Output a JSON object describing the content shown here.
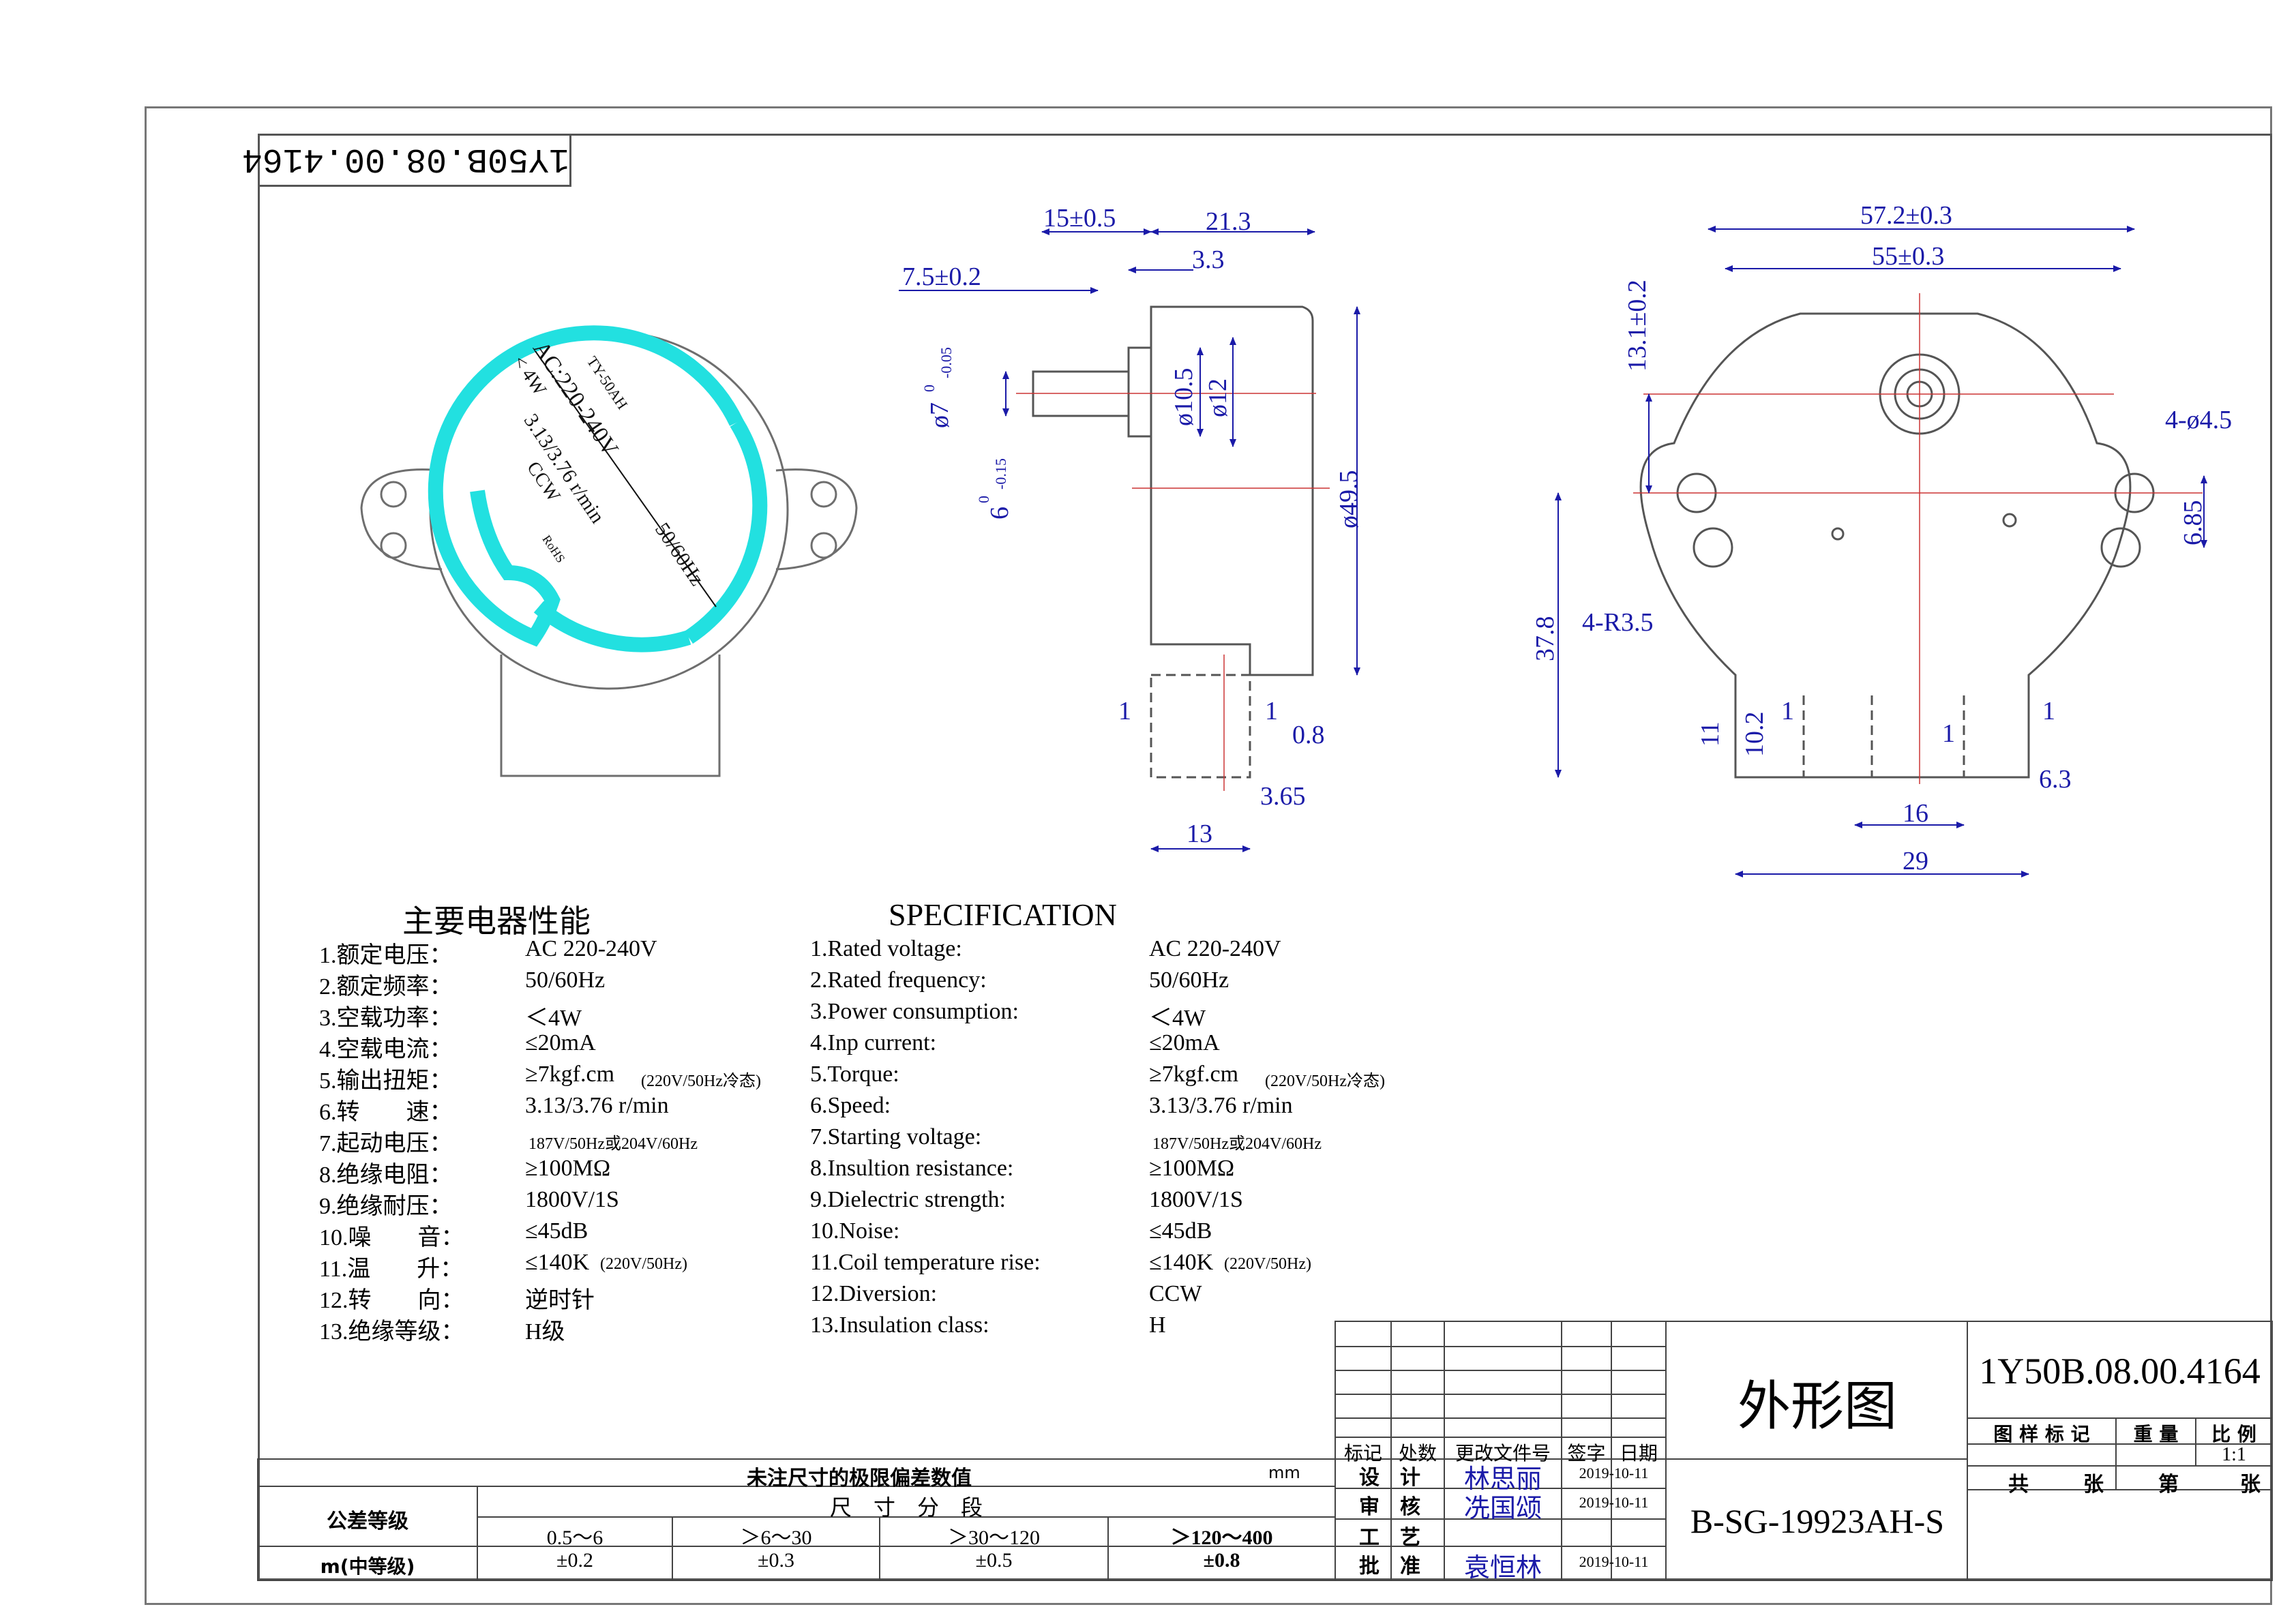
{
  "drawing_no_rotated": "1Y50B.08.00.4164",
  "label": {
    "model": "TY-50AH",
    "voltage": "AC:220-240V",
    "freq": "50/60Hz",
    "power": "< 4W",
    "speed": "3.13/3.76 r/min",
    "dir": "CCW",
    "rohs": "RoHS"
  },
  "dims": {
    "d15": "15±0.5",
    "d21_3": "21.3",
    "d7_5": "7.5±0.2",
    "d3_3": "3.3",
    "shaft_d": "ø7",
    "shaft_tol_up": "0",
    "shaft_tol_dn": "-0.05",
    "flat": "6",
    "flat_tol_up": "0",
    "flat_tol_dn": "-0.15",
    "d10_5": "ø10.5",
    "d12": "ø12",
    "d49_5": "ø49.5",
    "d1a": "1",
    "d1b": "1",
    "d0_8": "0.8",
    "d3_65": "3.65",
    "d13": "13",
    "d57_2": "57.2±0.3",
    "d55": "55±0.3",
    "d13_1": "13.1±0.2",
    "d4_45": "4-ø4.5",
    "d6_85": "6.85",
    "d4_r35": "4-R3.5",
    "d37_8": "37.8",
    "d11": "11",
    "d10_2": "10.2",
    "d1c": "1",
    "d1d": "1",
    "d1e": "1",
    "d6_3": "6.3",
    "d16": "16",
    "d29": "29"
  },
  "spec_cn": {
    "title": "主要电器性能",
    "rows": [
      {
        "k": "1.额定电压：",
        "v": "AC 220-240V",
        "small": ""
      },
      {
        "k": "2.额定频率：",
        "v": "50/60Hz",
        "small": ""
      },
      {
        "k": "3.空载功率：",
        "v": "＜4W",
        "small": ""
      },
      {
        "k": "4.空载电流：",
        "v": "≤20mA",
        "small": ""
      },
      {
        "k": "5.输出扭矩：",
        "v": "≥7kgf.cm",
        "small": "(220V/50Hz冷态)"
      },
      {
        "k": "6.转　　速：",
        "v": "3.13/3.76 r/min",
        "small": ""
      },
      {
        "k": "7.起动电压：",
        "v": "",
        "small": "187V/50Hz或204V/60Hz"
      },
      {
        "k": "8.绝缘电阻：",
        "v": "≥100MΩ",
        "small": ""
      },
      {
        "k": "9.绝缘耐压：",
        "v": "1800V/1S",
        "small": ""
      },
      {
        "k": "10.噪　　音：",
        "v": "≤45dB",
        "small": ""
      },
      {
        "k": "11.温　　升：",
        "v": "≤140K",
        "small": "(220V/50Hz)"
      },
      {
        "k": "12.转　　向：",
        "v": "逆时针",
        "small": ""
      },
      {
        "k": "13.绝缘等级：",
        "v": "H级",
        "small": ""
      }
    ]
  },
  "spec_en": {
    "title": "SPECIFICATION",
    "rows": [
      {
        "k": "1.Rated voltage:",
        "v": "AC 220-240V",
        "small": ""
      },
      {
        "k": "2.Rated frequency:",
        "v": "50/60Hz",
        "small": ""
      },
      {
        "k": "3.Power consumption:",
        "v": "＜4W",
        "small": ""
      },
      {
        "k": "4.Inp current:",
        "v": "≤20mA",
        "small": ""
      },
      {
        "k": "5.Torque:",
        "v": "≥7kgf.cm",
        "small": "(220V/50Hz冷态)"
      },
      {
        "k": "6.Speed:",
        "v": "3.13/3.76 r/min",
        "small": ""
      },
      {
        "k": "7.Starting voltage:",
        "v": "",
        "small": "187V/50Hz或204V/60Hz"
      },
      {
        "k": "8.Insultion resistance:",
        "v": "≥100MΩ",
        "small": ""
      },
      {
        "k": "9.Dielectric strength:",
        "v": "1800V/1S",
        "small": ""
      },
      {
        "k": "10.Noise:",
        "v": "≤45dB",
        "small": ""
      },
      {
        "k": "11.Coil temperature rise:",
        "v": "≤140K",
        "small": "(220V/50Hz)"
      },
      {
        "k": "12.Diversion:",
        "v": "CCW",
        "small": ""
      },
      {
        "k": "13.Insulation class:",
        "v": "H",
        "small": ""
      }
    ]
  },
  "tolerance": {
    "heading": "未注尺寸的极限偏差数值",
    "unit": "mm",
    "grade_label": "公差等级",
    "size_label": "尺　寸　分　段",
    "ranges": [
      "0.5～6",
      "＞6～30",
      "＞30～120",
      "＞120～400"
    ],
    "grade": "m(中等级)",
    "values": [
      "±0.2",
      "±0.3",
      "±0.5",
      "±0.8"
    ]
  },
  "title_block": {
    "headers": [
      "标记",
      "处数",
      "更改文件号",
      "签字",
      "日期"
    ],
    "rows": [
      {
        "role": "设　计",
        "name": "林思丽",
        "date": "2019-10-11"
      },
      {
        "role": "审　核",
        "name": "冼国颂",
        "date": "2019-10-11"
      },
      {
        "role": "工　艺",
        "name": "",
        "date": ""
      },
      {
        "role": "批　准",
        "name": "袁恒林",
        "date": "2019-10-11"
      }
    ],
    "drawing_title": "外形图",
    "part_code": "B-SG-19923AH-S",
    "drawing_no": "1Y50B.08.00.4164",
    "col_labels": [
      "图 样 标 记",
      "重 量",
      "比 例"
    ],
    "scale": "1:1",
    "sheet_labels": [
      "共",
      "张",
      "第",
      "张"
    ]
  }
}
